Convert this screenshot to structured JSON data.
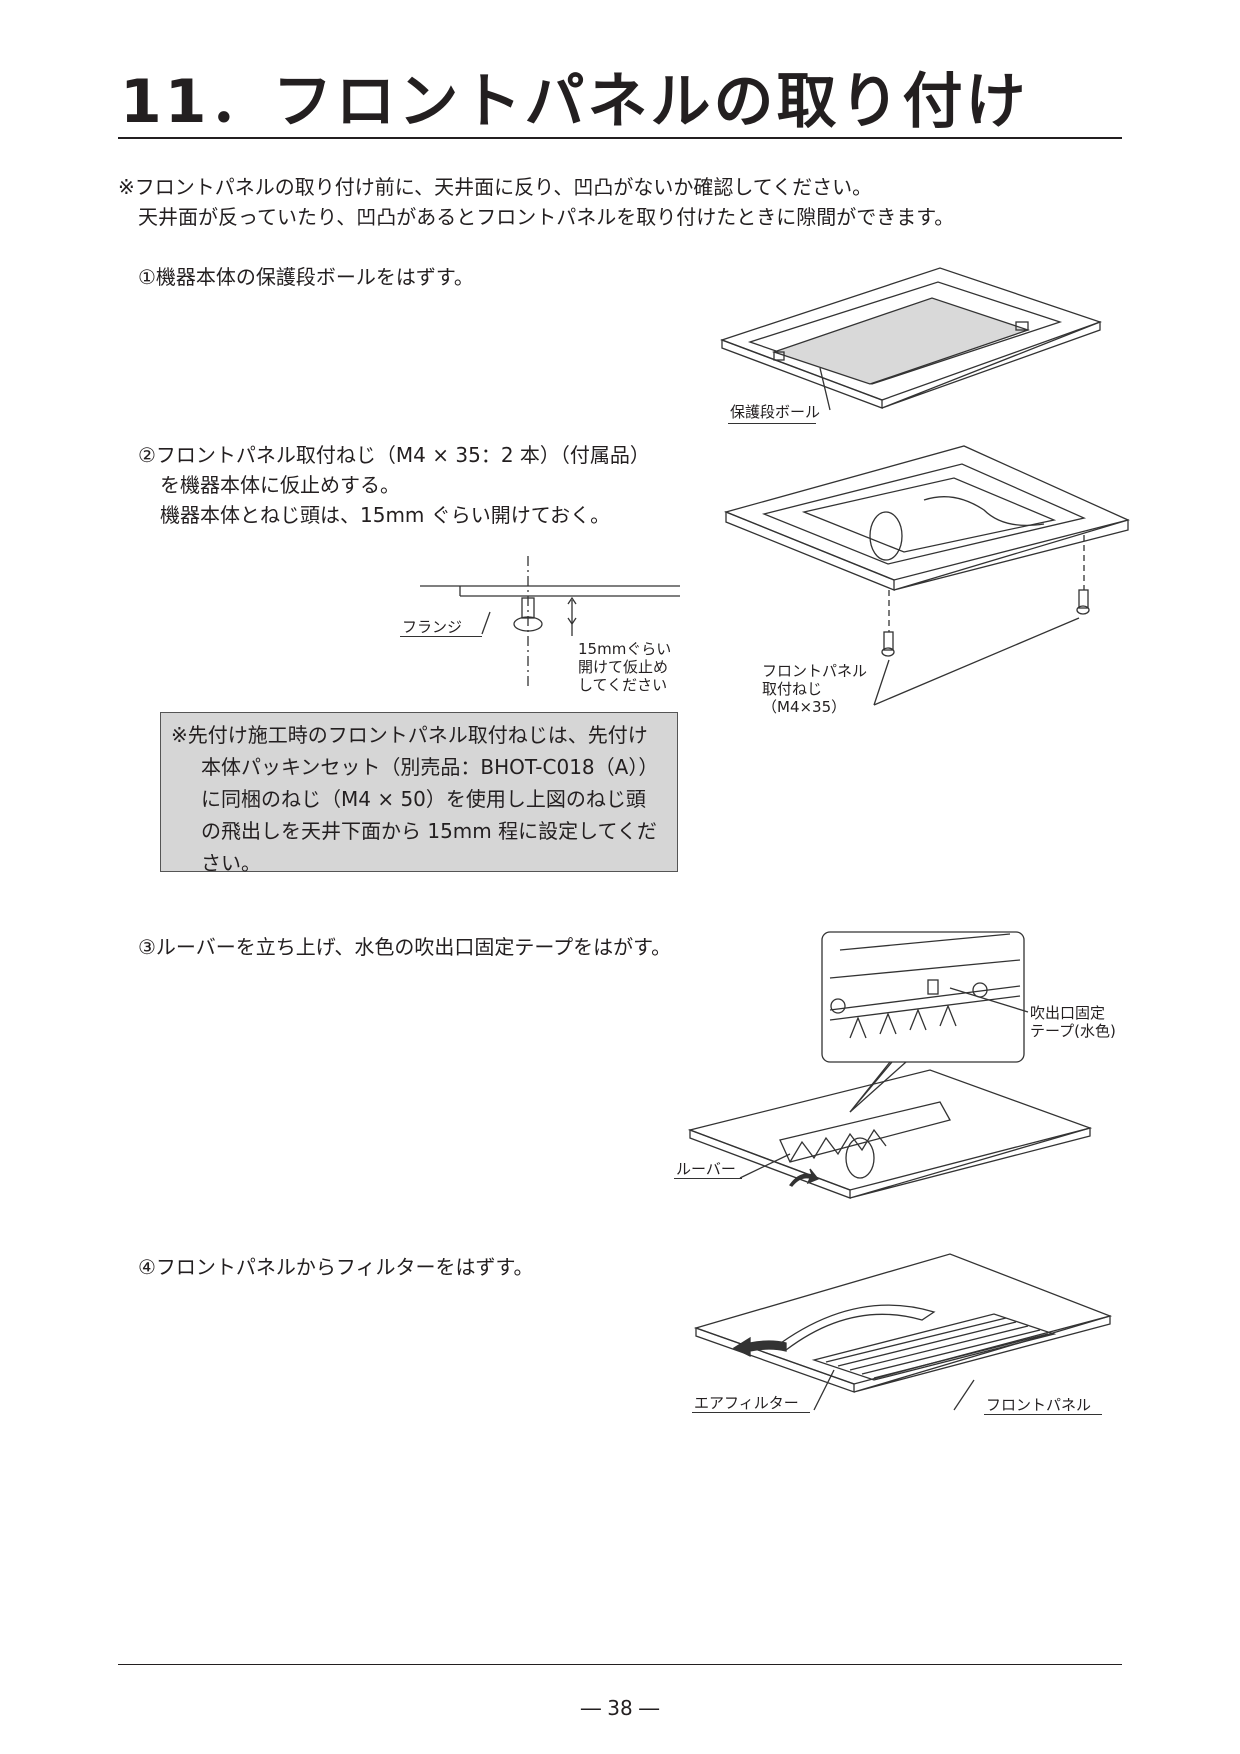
{
  "title": "11．フロントパネルの取り付け",
  "intro": {
    "line1": "※フロントパネルの取り付け前に、天井面に反り、凹凸がないか確認してください。",
    "line2": "天井面が反っていたり、凹凸があるとフロントパネルを取り付けたときに隙間ができます。"
  },
  "steps": {
    "s1": "①機器本体の保護段ボールをはずす。",
    "s2_l1": "②フロントパネル取付ねじ（M4 × 35：2 本）（付属品）",
    "s2_l2": "を機器本体に仮止めする。",
    "s2_l3": "機器本体とねじ頭は、15mm ぐらい開けておく。",
    "s3": "③ルーバーを立ち上げ、水色の吹出口固定テープをはがす。",
    "s4": "④フロントパネルからフィルターをはずす。"
  },
  "note": {
    "l1": "※先付け施工時のフロントパネル取付ねじは、先付け",
    "l2": "本体パッキンセット（別売品：BHOT-C018（A））",
    "l3": "に同梱のねじ（M4 × 50）を使用し上図のねじ頭",
    "l4": "の飛出しを天井下面から 15mm 程に設定してくだ",
    "l5": "さい。"
  },
  "labels": {
    "cardboard": "保護段ボール",
    "flange": "フランジ",
    "gap1": "15mmぐらい",
    "gap2": "開けて仮止め",
    "gap3": "してください",
    "screw1": "フロントパネル",
    "screw2": "取付ねじ",
    "screw3": "（M4×35）",
    "tape1": "吹出口固定",
    "tape2": "テープ(水色)",
    "louver": "ルーバー",
    "filter": "エアフィルター",
    "front_panel": "フロントパネル"
  },
  "page_number": "― 38 ―",
  "colors": {
    "ink": "#231f20",
    "note_bg": "#d6d6d6",
    "cardboard_fill": "#d9d9d9"
  }
}
